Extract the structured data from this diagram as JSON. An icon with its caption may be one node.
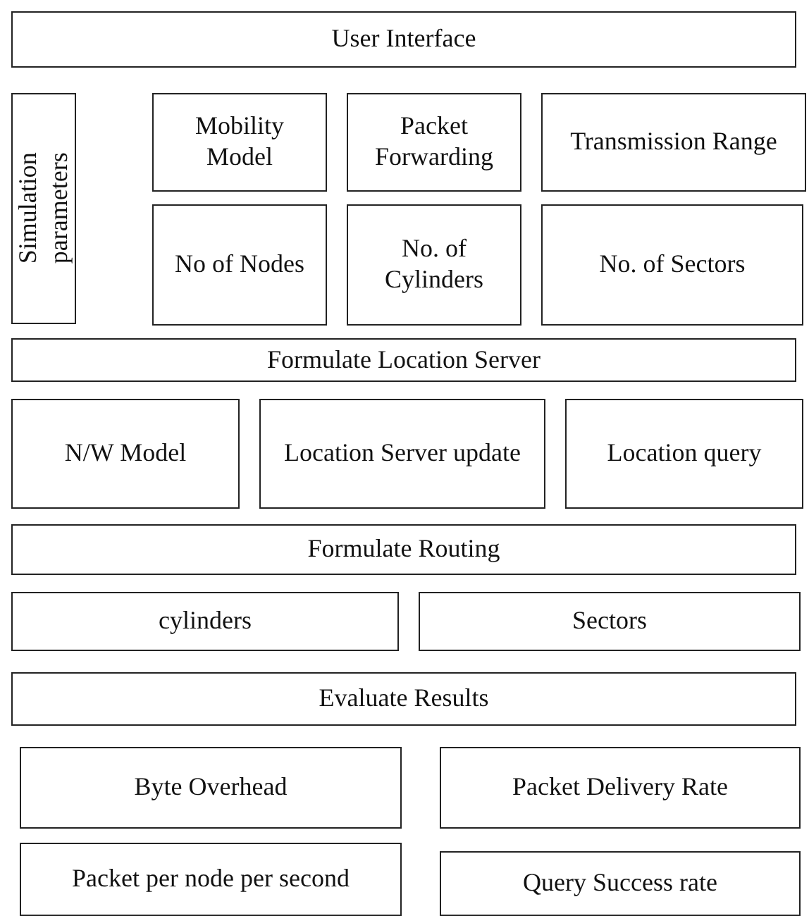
{
  "diagram": {
    "nodes": [
      {
        "text": [
          "User Interface"
        ]
      },
      {
        "text": [
          "Simulation parameters"
        ]
      },
      {
        "text": [
          "Mobility Model"
        ]
      },
      {
        "text": [
          "Packet Forwarding"
        ]
      },
      {
        "text": [
          "Transmission Range"
        ]
      },
      {
        "text": [
          "No of Nodes"
        ]
      },
      {
        "text": [
          "No. of Cylinders"
        ]
      },
      {
        "text": [
          "No. of Sectors"
        ]
      },
      {
        "text": [
          "Formulate Location Server"
        ]
      },
      {
        "text": [
          "N/W Model"
        ]
      },
      {
        "text": [
          "Location Server update"
        ]
      },
      {
        "text": [
          "Location query"
        ]
      },
      {
        "text": [
          "Formulate Routing"
        ]
      },
      {
        "text": [
          "cylinders"
        ]
      },
      {
        "text": [
          "Sectors"
        ]
      },
      {
        "text": [
          "Evaluate Results"
        ]
      },
      {
        "text": [
          "Byte Overhead"
        ]
      },
      {
        "text": [
          "Packet Delivery Rate"
        ]
      },
      {
        "text": [
          "Packet per node per second"
        ]
      },
      {
        "text": [
          "Query Success rate"
        ]
      }
    ]
  }
}
